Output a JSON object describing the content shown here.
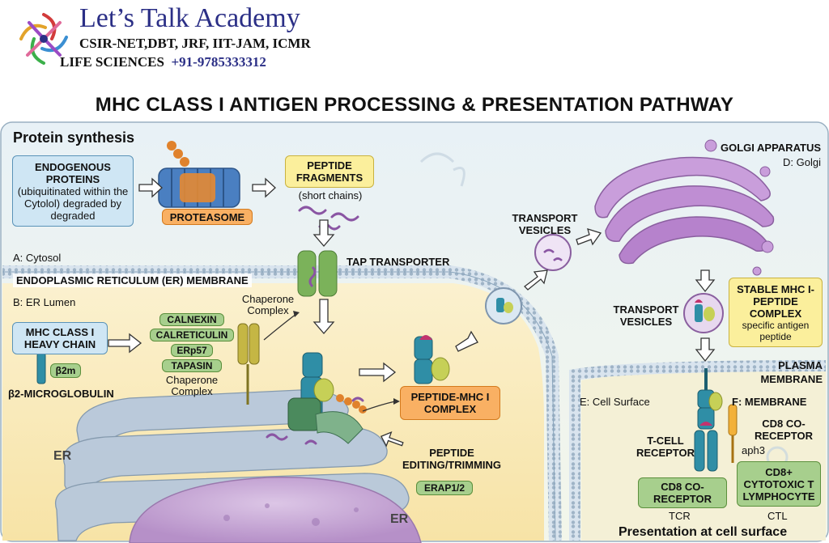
{
  "header": {
    "brand": "Let’s Talk Academy",
    "line1": "CSIR-NET,DBT, JRF, IIT-JAM, ICMR",
    "line2_prefix": "LIFE SCIENCES",
    "phone": "+91-9785333312",
    "main_title": "MHC CLASS I ANTIGEN PROCESSING & PRESENTATION PATHWAY"
  },
  "cytosol": {
    "heading": "Protein synthesis",
    "endogenous_title": "ENDOGENOUS PROTEINS",
    "endogenous_desc": "(ubiquitinated within the Cytolol) degraded by degraded",
    "proteasome": "PROTEASOME",
    "peptide_title": "PEPTIDE FRAGMENTS",
    "peptide_desc": "(short chains)",
    "region_label": "A: Cytosol",
    "tap": "TAP TRANSPORTER"
  },
  "er": {
    "membrane": "ENDOPLASMIC RETICULUM (ER) MEMBRANE",
    "region_label": "B: ER Lumen",
    "heavy_chain": "MHC CLASS I HEAVY CHAIN",
    "b2m": "β2m",
    "b2m_full": "β2-MICROGLOBULIN",
    "chaperones": [
      "CALNEXIN",
      "CALRETICULIN",
      "ERp57",
      "TAPASIN"
    ],
    "chaperone_label": "Chaperone Complex",
    "chaperone_label_top": "Chaperone Complex",
    "er_label_left": "ER",
    "er_label_bottom": "ER",
    "peptide_mhc": "PEPTIDE-MHC I COMPLEX",
    "editing": "PEPTIDE EDITING/TRIMMING",
    "erap": "ERAP1/2"
  },
  "golgi": {
    "title": "GOLGI APPARATUS",
    "sub": "D: Golgi",
    "vesicles_top": "TRANSPORT VESICLES",
    "vesicles_right": "TRANSPORT VESICLES",
    "stable_title": "STABLE MHC I-PEPTIDE COMPLEX",
    "stable_desc": "specific antigen peptide"
  },
  "surface": {
    "plasma": "PLASMA MEMBRANE",
    "region_e": "E: Cell Surface",
    "region_f": "F: MEMBRANE",
    "tcell": "T-CELL RECEPTOR",
    "cd8_top": "CD8 CO-RECEPTOR",
    "cd8_top_sub": "aph3",
    "cd8_box": "CD8 CO-RECEPTOR",
    "ctl_box": "CD8+ CYTOTOXIC T LYMPHOCYTE",
    "tcr": "TCR",
    "ctl": "CTL",
    "footer": "Presentation at cell surface"
  },
  "colors": {
    "brand": "#2b2f86",
    "blue_box": "#cfe6f4",
    "orange_box": "#f9b063",
    "green_box": "#a7cf8d",
    "yellow_box": "#fbef9c",
    "golgi": "#c39ad0",
    "nucleus": "#c7a9d6"
  }
}
